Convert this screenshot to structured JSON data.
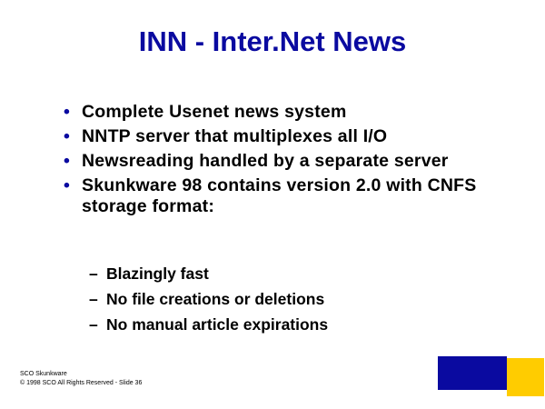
{
  "slide": {
    "title": "INN - Inter.Net News",
    "bullets": [
      "Complete Usenet news system",
      "NNTP server that multiplexes all I/O",
      "Newsreading handled by a separate server",
      "Skunkware 98 contains version 2.0 with CNFS storage format:"
    ],
    "sub_bullets": [
      "Blazingly fast",
      "No file creations or deletions",
      "No manual article expirations"
    ],
    "bullet_symbol": "•",
    "sub_bullet_symbol": "–"
  },
  "footer": {
    "line1": "SCO Skunkware",
    "line2": "© 1998 SCO All Rights Reserved - Slide 36"
  },
  "colors": {
    "title": "#0a0aa0",
    "accent_navy": "#0a0aa0",
    "accent_yellow": "#ffcc00",
    "background": "#ffffff"
  }
}
